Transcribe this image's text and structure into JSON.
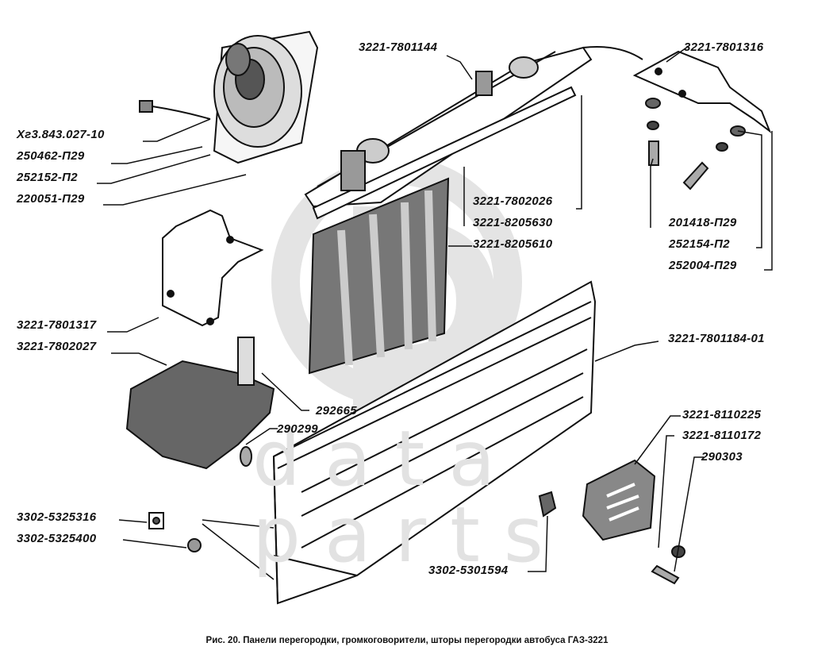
{
  "watermark": {
    "text": "data parts",
    "color": "#dcdcdc"
  },
  "labels": [
    {
      "id": "3221-7801144",
      "text": "3221-7801144"
    },
    {
      "id": "3221-7801316",
      "text": "3221-7801316"
    },
    {
      "id": "xg3-843-027-10",
      "text": "Хг3.843.027-10"
    },
    {
      "id": "250462-p29",
      "text": "250462-П29"
    },
    {
      "id": "252152-p2",
      "text": "252152-П2"
    },
    {
      "id": "220051-p29",
      "text": "220051-П29"
    },
    {
      "id": "3221-7802026",
      "text": "3221-7802026"
    },
    {
      "id": "3221-8205630",
      "text": "3221-8205630"
    },
    {
      "id": "3221-8205610",
      "text": "3221-8205610"
    },
    {
      "id": "201418-p29",
      "text": "201418-П29"
    },
    {
      "id": "252154-p2",
      "text": "252154-П2"
    },
    {
      "id": "252004-p29",
      "text": "252004-П29"
    },
    {
      "id": "3221-7801317",
      "text": "3221-7801317"
    },
    {
      "id": "3221-7802027",
      "text": "3221-7802027"
    },
    {
      "id": "3221-7801184-01",
      "text": "3221-7801184-01"
    },
    {
      "id": "292665",
      "text": "292665"
    },
    {
      "id": "290299",
      "text": "290299"
    },
    {
      "id": "3221-8110225",
      "text": "3221-8110225"
    },
    {
      "id": "3221-8110172",
      "text": "3221-8110172"
    },
    {
      "id": "290303",
      "text": "290303"
    },
    {
      "id": "3302-5325316",
      "text": "3302-5325316"
    },
    {
      "id": "3302-5325400",
      "text": "3302-5325400"
    },
    {
      "id": "3302-5301594",
      "text": "3302-5301594"
    }
  ],
  "caption": "Рис. 20. Панели перегородки, громкоговорители, шторы перегородки автобуса ГАЗ-3221"
}
